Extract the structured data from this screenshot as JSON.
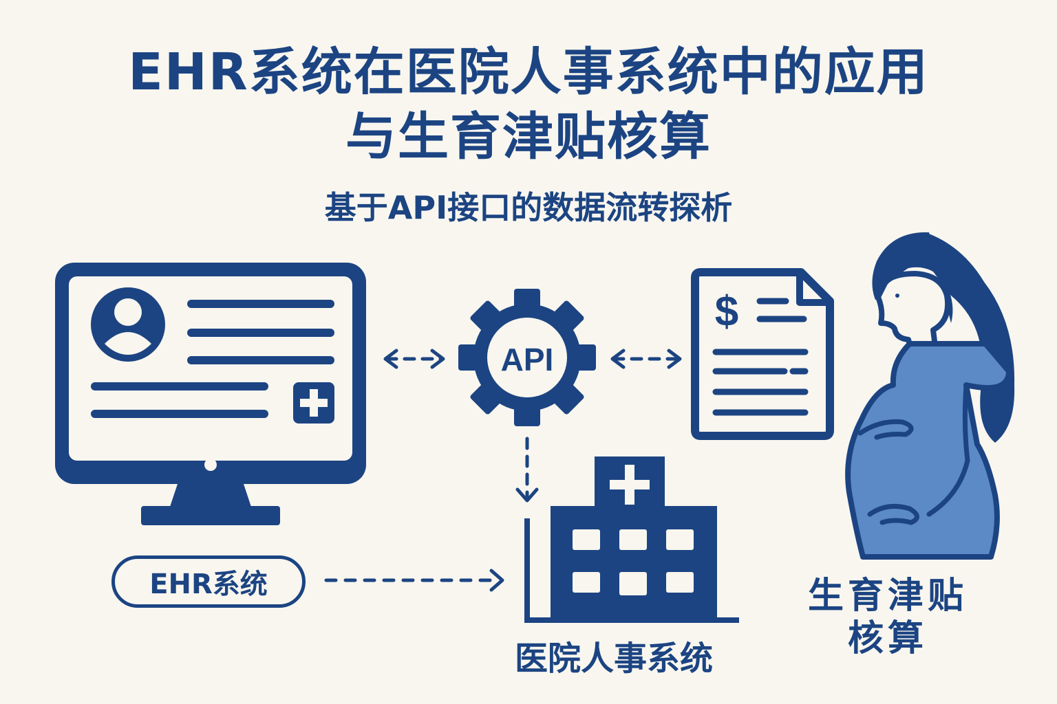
{
  "title": {
    "line1": "EHR系统在医院人事系统中的应用",
    "line2": "与生育津贴核算"
  },
  "subtitle": "基于API接口的数据流转探析",
  "nodes": {
    "ehr": {
      "label": "EHR系统",
      "icon": "computer-monitor-icon"
    },
    "api": {
      "label": "API",
      "icon": "gear-icon"
    },
    "document": {
      "symbol": "$",
      "icon": "invoice-document-icon"
    },
    "hospital": {
      "label": "医院人事系统",
      "icon": "hospital-building-icon"
    },
    "allowance": {
      "label_line1": "生育津贴",
      "label_line2": "核算",
      "icon": "pregnant-woman-icon"
    }
  },
  "colors": {
    "primary": "#1c4482",
    "secondary": "#5b8ac6",
    "background": "#f8f6ef"
  }
}
